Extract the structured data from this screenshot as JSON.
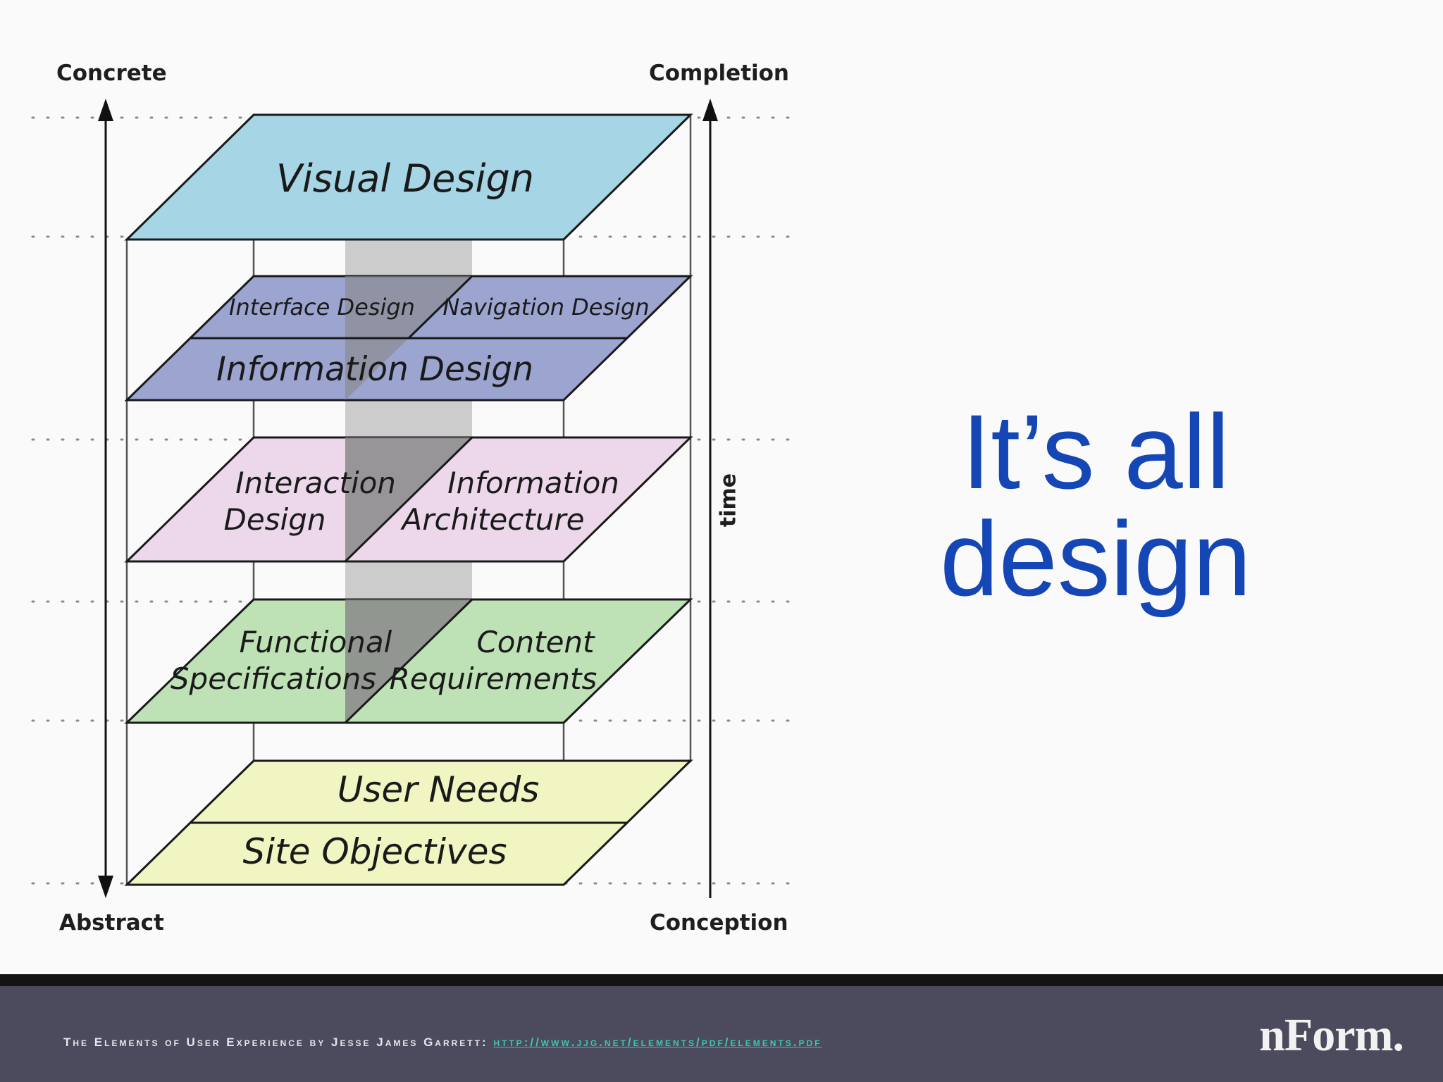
{
  "diagram": {
    "axis_labels": {
      "concrete": "Concrete",
      "abstract": "Abstract",
      "completion": "Completion",
      "conception": "Conception",
      "time": "time"
    },
    "planes": {
      "visual": "Visual Design",
      "interface": "Interface Design",
      "navigation": "Navigation Design",
      "information_design": "Information Design",
      "interaction_1": "Interaction",
      "interaction_2": "Design",
      "info_arch_1": "Information",
      "info_arch_2": "Architecture",
      "functional_1": "Functional",
      "functional_2": "Specifications",
      "content_1": "Content",
      "content_2": "Requirements",
      "user_needs": "User Needs",
      "site_objectives": "Site Objectives"
    },
    "colors": {
      "visual": "#a6d6e6",
      "structure": "#9ca4d0",
      "skeleton": "#ecd8ea",
      "scope": "#bee2b6",
      "strategy": "#f0f5c2",
      "band": "#a8a8a8"
    }
  },
  "title": {
    "line1": "It’s all",
    "line2": "design"
  },
  "footer": {
    "credit": "The Elements of User Experience by Jesse James Garrett: ",
    "url": "http://www.jjg.net/elements/pdf/elements.pdf",
    "logo": "nForm."
  }
}
